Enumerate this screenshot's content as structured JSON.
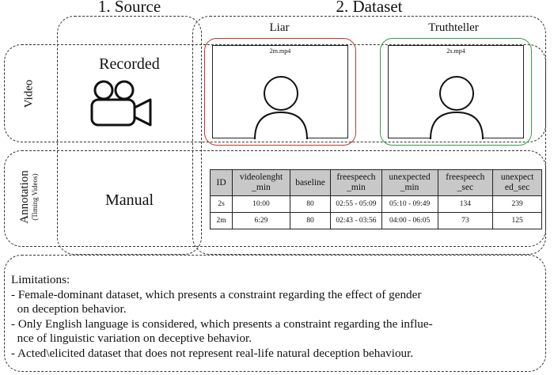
{
  "headers": {
    "source": "1. Source",
    "dataset": "2. Dataset"
  },
  "columns": {
    "liar": "Liar",
    "truthteller": "Truthteller"
  },
  "rows": {
    "video": "Video",
    "annotation": "Annotation",
    "annotation_sub": "(Timing Videos)"
  },
  "source": {
    "video": "Recorded",
    "annotation": "Manual"
  },
  "videos": [
    {
      "file": "2m.mp4",
      "frame_color": "#c0392b"
    },
    {
      "file": "2s.mp4",
      "frame_color": "#3a9a4a"
    }
  ],
  "table": {
    "headers": [
      "ID",
      "videolenght\n_min",
      "baseline",
      "freespeech\n_min",
      "unexpected\n_min",
      "freespeech\n_sec",
      "unexpect\ned_sec"
    ],
    "rows": [
      [
        "2s",
        "10:00",
        "80",
        "02:55 - 05:09",
        "05:10 - 09:49",
        "134",
        "239"
      ],
      [
        "2m",
        "6:29",
        "80",
        "02:43 - 03:56",
        "04:00 - 06:05",
        "73",
        "125"
      ]
    ]
  },
  "limitations": {
    "title": "Limitations:",
    "lines": [
      "- Female-dominant dataset, which presents a constraint regarding the effect of gender",
      "  on deception behavior.",
      "- Only English language is considered, which presents a constraint regarding the influe-",
      "  nce of linguistic variation on deceptive behavior.",
      "- Acted\\elicited dataset that does not represent real-life natural deception behaviour."
    ]
  }
}
